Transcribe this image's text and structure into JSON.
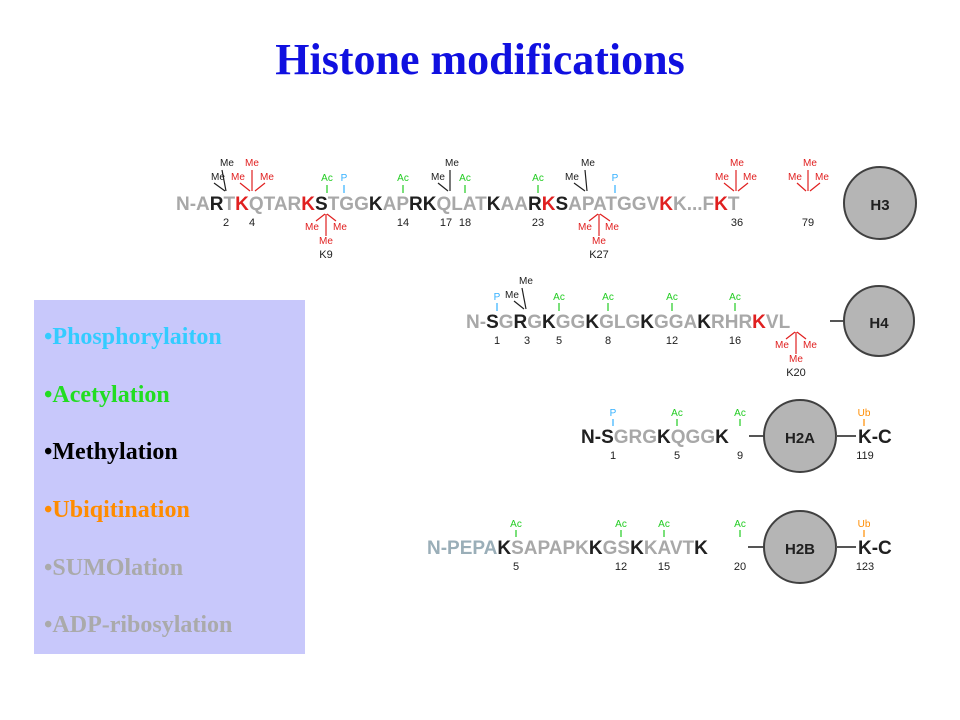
{
  "title": "Histone modifications",
  "colors": {
    "title": "#1010e0",
    "legend_bg": "#c8c8fb",
    "gray": "#a8a8a8",
    "black": "#202020",
    "methyl": "#e02020",
    "acetyl": "#22cc22",
    "phospho": "#33b0ff",
    "ubiq": "#ff8c00",
    "h2b_tail": "#9aaeb8",
    "circle": "#b5b5b5"
  },
  "legend": [
    {
      "label": "Phosphorylaiton",
      "color": "#33ccff"
    },
    {
      "label": "Acetylation",
      "color": "#22dd22"
    },
    {
      "label": "Methylation",
      "color": "#000000"
    },
    {
      "label": "Ubiqitination",
      "color": "#ff8c00"
    },
    {
      "label": "SUMOlation",
      "color": "#aaaaaa"
    },
    {
      "label": "ADP-ribosylation",
      "color": "#aaaaaa"
    }
  ],
  "histones": [
    {
      "name": "H3",
      "tail": [
        {
          "t": "N-A",
          "c": "gray"
        },
        {
          "t": "R",
          "c": "black"
        },
        {
          "t": "T",
          "c": "gray"
        },
        {
          "t": "K",
          "c": "methyl"
        },
        {
          "t": "QTAR",
          "c": "gray"
        },
        {
          "t": "K",
          "c": "methyl"
        },
        {
          "t": "S",
          "c": "black"
        },
        {
          "t": "TGG",
          "c": "gray"
        },
        {
          "t": "K",
          "c": "black"
        },
        {
          "t": "AP",
          "c": "gray"
        },
        {
          "t": "RK",
          "c": "black"
        },
        {
          "t": "QLAT",
          "c": "gray"
        },
        {
          "t": "K",
          "c": "black"
        },
        {
          "t": "AA",
          "c": "gray"
        },
        {
          "t": "R",
          "c": "black"
        },
        {
          "t": "K",
          "c": "methyl"
        },
        {
          "t": "S",
          "c": "black"
        },
        {
          "t": "APATGGV",
          "c": "gray"
        },
        {
          "t": "K",
          "c": "methyl"
        },
        {
          "t": "K...F",
          "c": "gray"
        },
        {
          "t": "K",
          "c": "methyl"
        },
        {
          "t": "T",
          "c": "gray"
        }
      ],
      "upper_labels": [
        "Me",
        "Me",
        "Me",
        "Me",
        "Me",
        "Ac",
        "P",
        "Ac",
        "Me",
        "Me",
        "Ac",
        "Ac",
        "Me",
        "Me",
        "P",
        "Me",
        "Me",
        "Me",
        "Me",
        "Me",
        "Me"
      ],
      "lower_labels": [
        "Me",
        "Me",
        "Me",
        "Me",
        "Me",
        "Me"
      ],
      "numbers": [
        "2",
        "4",
        "14",
        "17",
        "18",
        "23",
        "36",
        "79"
      ],
      "sub_labels": [
        "K9",
        "K27"
      ]
    },
    {
      "name": "H4",
      "tail": [
        {
          "t": "N-",
          "c": "gray"
        },
        {
          "t": "S",
          "c": "black"
        },
        {
          "t": "G",
          "c": "gray"
        },
        {
          "t": "R",
          "c": "black"
        },
        {
          "t": "G",
          "c": "gray"
        },
        {
          "t": "K",
          "c": "black"
        },
        {
          "t": "GG",
          "c": "gray"
        },
        {
          "t": "K",
          "c": "black"
        },
        {
          "t": "GLG",
          "c": "gray"
        },
        {
          "t": "K",
          "c": "black"
        },
        {
          "t": "GGA",
          "c": "gray"
        },
        {
          "t": "K",
          "c": "black"
        },
        {
          "t": "RHR",
          "c": "gray"
        },
        {
          "t": "K",
          "c": "methyl"
        },
        {
          "t": "VL",
          "c": "gray"
        }
      ],
      "upper_labels": [
        "P",
        "Me",
        "Me",
        "Ac",
        "Ac",
        "Ac",
        "Ac"
      ],
      "lower_labels": [
        "Me",
        "Me",
        "Me"
      ],
      "numbers": [
        "1",
        "3",
        "5",
        "8",
        "12",
        "16"
      ],
      "sub_labels": [
        "K20"
      ]
    },
    {
      "name": "H2A",
      "tail": [
        {
          "t": "N-",
          "c": "black"
        },
        {
          "t": "S",
          "c": "black"
        },
        {
          "t": "GRG",
          "c": "gray"
        },
        {
          "t": "K",
          "c": "black"
        },
        {
          "t": "QGG",
          "c": "gray"
        },
        {
          "t": "K",
          "c": "black"
        }
      ],
      "upper_labels": [
        "P",
        "Ac",
        "Ac"
      ],
      "numbers": [
        "1",
        "5",
        "9"
      ],
      "c_tail": {
        "t": "K-C",
        "label": "Ub",
        "number": "119"
      }
    },
    {
      "name": "H2B",
      "tail": [
        {
          "t": "N-PEPA",
          "c": "h2b_tail"
        },
        {
          "t": "K",
          "c": "black"
        },
        {
          "t": "SAPAPK",
          "c": "gray"
        },
        {
          "t": "K",
          "c": "black"
        },
        {
          "t": "GS",
          "c": "gray"
        },
        {
          "t": "K",
          "c": "black"
        },
        {
          "t": "KAVT",
          "c": "gray"
        },
        {
          "t": "K",
          "c": "black"
        }
      ],
      "upper_labels": [
        "Ac",
        "Ac",
        "Ac",
        "Ac"
      ],
      "numbers": [
        "5",
        "12",
        "15",
        "20"
      ],
      "c_tail": {
        "t": "K-C",
        "label": "Ub",
        "number": "123"
      }
    }
  ]
}
